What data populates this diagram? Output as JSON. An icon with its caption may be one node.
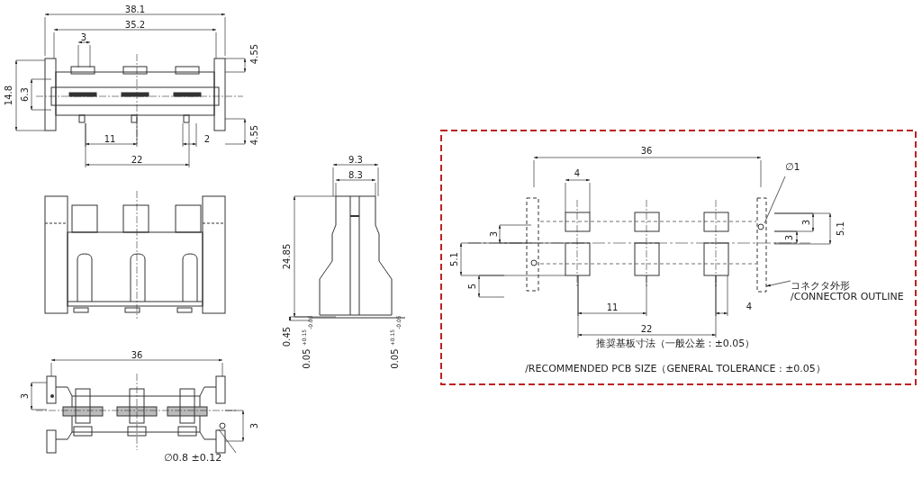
{
  "diagram": {
    "nodes": [
      {
        "text": [
          "∅0.8 ±0.12"
        ]
      },
      {
        "text": [],
        "shape": "circle"
      },
      {
        "text": [
          "∅1"
        ]
      },
      {
        "text": [],
        "shape": "circle",
        "in": 5
      },
      {
        "text": [
          "コネクタ外形 /CONNECTOR OUTLINE"
        ]
      },
      {
        "text": [],
        "shape": "box"
      }
    ],
    "edges": [
      {
        "from": 0,
        "to": 1,
        "arrow": "none"
      },
      {
        "from": 2,
        "to": 3,
        "arrow": "none"
      },
      {
        "from": 4,
        "to": 5,
        "arrow": "to"
      }
    ],
    "labels": [
      "38.1",
      "35.2",
      "3",
      "4.55",
      "14.8",
      "6.3",
      "4.55",
      "11",
      "2",
      "22",
      "9.3",
      "8.3",
      "24.85",
      "0.45",
      "0.05 $^{+0.15}$$_{-0.05}$",
      "0.05 $^{+0.15}$$_{-0.05}$",
      "36",
      "3",
      "3",
      "36",
      "4",
      "3",
      "5.1",
      "5",
      "11",
      "22",
      "3",
      "5.1",
      "3",
      "4",
      "推奨基板寸法（一般公差：±0.05）",
      "/RECOMMENDED PCB SIZE（GENERAL TOLERANCE : ±0.05）"
    ]
  }
}
